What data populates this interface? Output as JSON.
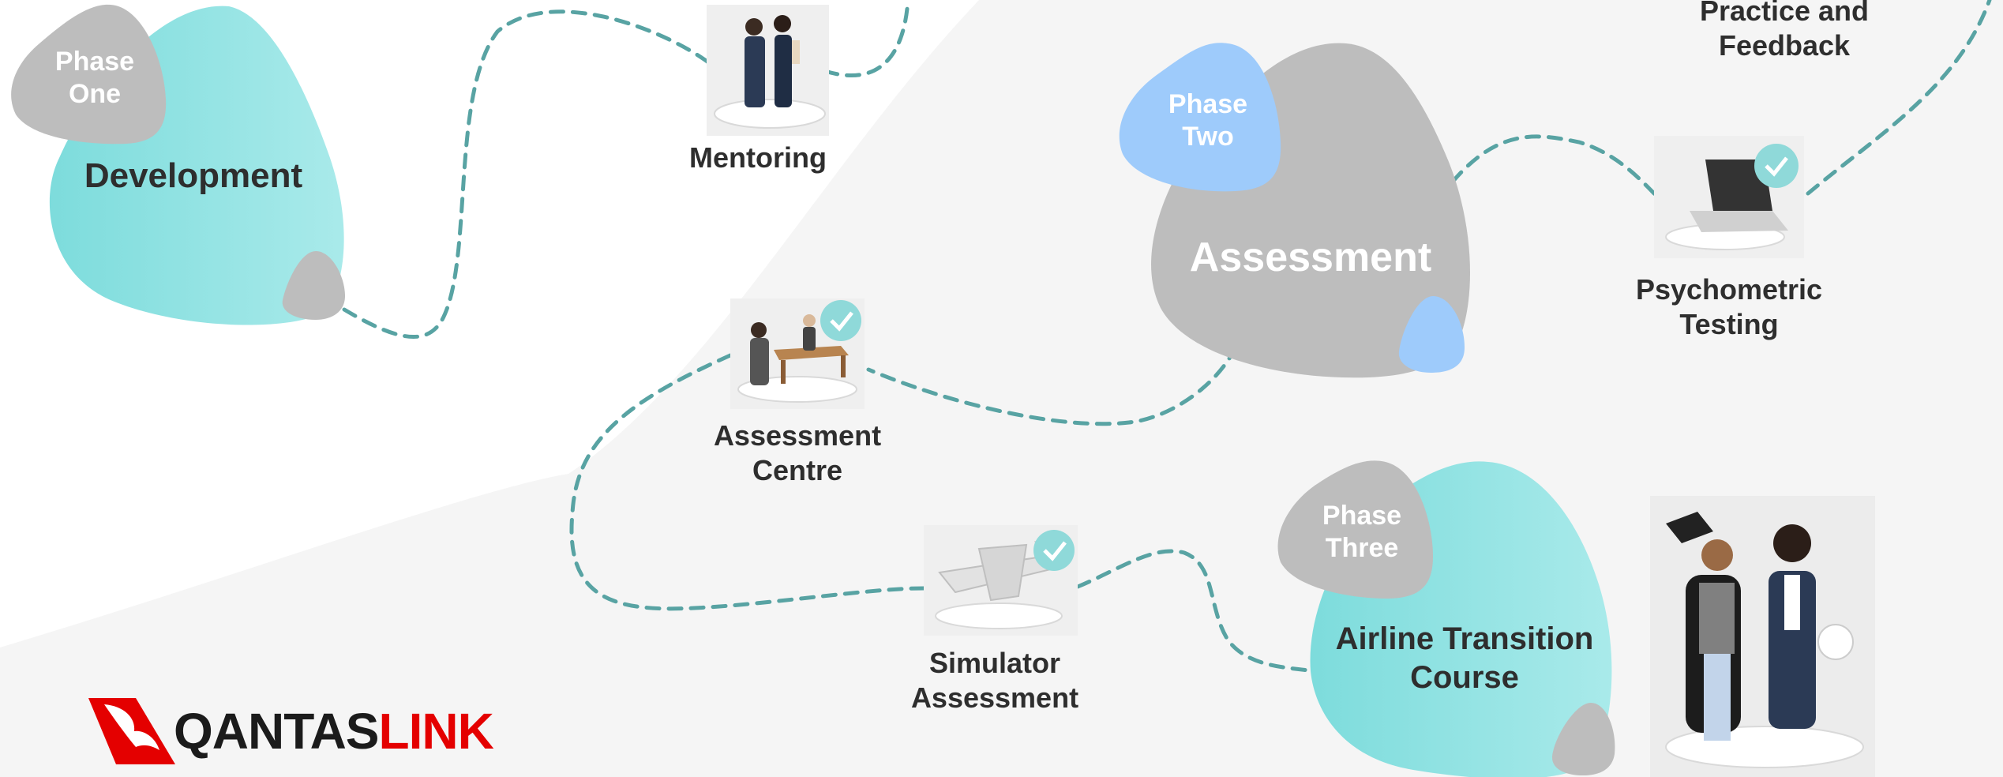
{
  "colors": {
    "teal": "#8ee3e3",
    "grey": "#bdbdbd",
    "blue": "#9ecbfb",
    "path": "#58a3a3",
    "text": "#2e2e2e",
    "brand_red": "#e40000"
  },
  "phases": [
    {
      "tag_line1": "Phase",
      "tag_line2": "One",
      "title": "Development"
    },
    {
      "tag_line1": "Phase",
      "tag_line2": "Two",
      "title": "Assessment"
    },
    {
      "tag_line1": "Phase",
      "tag_line2": "Three",
      "title_line1": "Airline Transition",
      "title_line2": "Course"
    }
  ],
  "steps": {
    "mentoring": {
      "label": "Mentoring",
      "icon": "mentoring-illustration"
    },
    "practice": {
      "line1": "Practice and",
      "line2": "Feedback"
    },
    "psychometric": {
      "line1": "Psychometric",
      "line2": "Testing",
      "icon": "laptop-icon",
      "checked": true
    },
    "assessment_centre": {
      "line1": "Assessment",
      "line2": "Centre",
      "icon": "interview-desk-icon",
      "checked": true
    },
    "simulator": {
      "line1": "Simulator",
      "line2": "Assessment",
      "icon": "aircraft-icon",
      "checked": true
    },
    "graduation": {
      "icon": "graduation-illustration"
    }
  },
  "logo": {
    "part1": "QANTAS",
    "part2": "LINK",
    "icon": "kangaroo-logo-icon"
  }
}
